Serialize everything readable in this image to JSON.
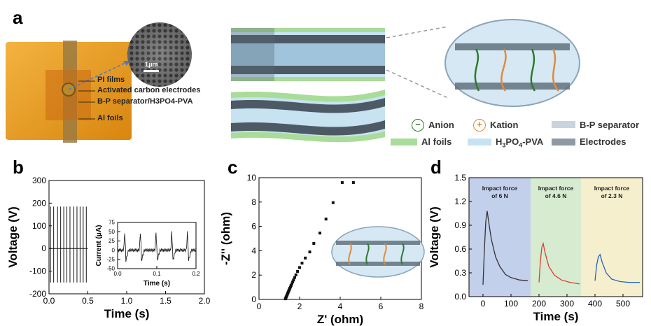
{
  "panels": {
    "a": "a",
    "b": "b",
    "c": "c",
    "d": "d"
  },
  "photo": {
    "scale_bar": "1μm",
    "labels": [
      "PI films",
      "Activated carbon electrodes",
      "B-P separator/H3PO4-PVA",
      "Al foils"
    ]
  },
  "legend": {
    "anion": "Anion",
    "kation": "Kation",
    "separator": "B-P separator",
    "al_foils": "Al foils",
    "electrolyte_base": "H",
    "electrolyte_sub1": "3",
    "electrolyte_mid": "PO",
    "electrolyte_sub2": "4",
    "electrolyte_tail": "-PVA",
    "electrodes": "Electrodes"
  },
  "chart_data": [
    {
      "id": "b",
      "type": "line",
      "xlabel": "Time (s)",
      "ylabel": "Voltage (V)",
      "xlim": [
        0.0,
        2.0
      ],
      "ylim": [
        -200,
        300
      ],
      "xticks": [
        "0.0",
        "0.5",
        "1.0",
        "1.5",
        "2.0"
      ],
      "yticks": [
        "-200",
        "-100",
        "0",
        "100",
        "200",
        "300"
      ],
      "pulse_times": [
        0.02,
        0.06,
        0.11,
        0.15,
        0.19,
        0.23,
        0.27,
        0.32,
        0.36,
        0.4,
        0.44,
        0.48
      ],
      "pulse_max": 185,
      "pulse_min": -150,
      "inset": {
        "xlabel": "Time (s)",
        "ylabel": "Current (μA)",
        "xlim": [
          0.0,
          0.2
        ],
        "ylim": [
          -50,
          75
        ],
        "xticks": [
          "0.0",
          "0.1",
          "0.2"
        ],
        "yticks": [
          "-50",
          "-25",
          "0",
          "25",
          "50",
          "75"
        ],
        "spike_times": [
          0.018,
          0.058,
          0.098,
          0.138,
          0.178
        ],
        "spike_max": 48,
        "spike_min": -30
      }
    },
    {
      "id": "c",
      "type": "scatter",
      "xlabel": "Z' (ohm)",
      "ylabel": "-Z'' (ohm)",
      "xlim": [
        0,
        8
      ],
      "ylim": [
        0,
        10
      ],
      "xticks": [
        "0",
        "2",
        "4",
        "6",
        "8"
      ],
      "yticks": [
        "0",
        "2",
        "4",
        "6",
        "8",
        "10"
      ],
      "x": [
        1.3,
        1.32,
        1.34,
        1.36,
        1.38,
        1.4,
        1.42,
        1.44,
        1.46,
        1.48,
        1.5,
        1.52,
        1.55,
        1.58,
        1.62,
        1.66,
        1.7,
        1.76,
        1.82,
        1.9,
        2.0,
        2.12,
        2.28,
        2.5,
        2.7,
        3.0,
        3.3,
        3.65,
        4.1,
        4.65
      ],
      "y": [
        0.05,
        0.12,
        0.2,
        0.28,
        0.36,
        0.44,
        0.52,
        0.6,
        0.68,
        0.76,
        0.84,
        0.92,
        1.02,
        1.14,
        1.28,
        1.44,
        1.6,
        1.8,
        2.02,
        2.3,
        2.62,
        2.98,
        3.4,
        3.9,
        4.6,
        5.45,
        6.6,
        7.95,
        9.6,
        9.6
      ]
    },
    {
      "id": "d",
      "type": "line",
      "xlabel": "Time (s)",
      "ylabel": "Voltage (V)",
      "xlim": [
        -50,
        570
      ],
      "ylim": [
        0.0,
        1.5
      ],
      "xticks": [
        "0",
        "100",
        "200",
        "300",
        "400",
        "500"
      ],
      "yticks": [
        "0.0",
        "0.3",
        "0.6",
        "0.9",
        "1.2",
        "1.5"
      ],
      "regions": [
        {
          "label1": "Impact force",
          "label2": "of 6 N",
          "color": "#b9c8e8",
          "x0": -50,
          "x1": 170
        },
        {
          "label1": "Impact force",
          "label2": "of 4.6 N",
          "color": "#cfe8c8",
          "x0": 170,
          "x1": 350
        },
        {
          "label1": "Impact force",
          "label2": "of 2.3 N",
          "color": "#f5ecc4",
          "x0": 350,
          "x1": 570
        }
      ],
      "series": [
        {
          "color": "#333333",
          "x": [
            0,
            5,
            10,
            15,
            20,
            30,
            45,
            60,
            80,
            100,
            130,
            160
          ],
          "y": [
            0.15,
            0.6,
            0.95,
            1.08,
            0.95,
            0.72,
            0.5,
            0.38,
            0.28,
            0.24,
            0.21,
            0.2
          ]
        },
        {
          "color": "#e53935",
          "x": [
            200,
            205,
            210,
            215,
            222,
            235,
            255,
            280,
            310,
            345
          ],
          "y": [
            0.18,
            0.45,
            0.62,
            0.67,
            0.55,
            0.38,
            0.27,
            0.21,
            0.18,
            0.16
          ]
        },
        {
          "color": "#1e63c6",
          "x": [
            400,
            406,
            412,
            418,
            425,
            440,
            460,
            490,
            520,
            560
          ],
          "y": [
            0.2,
            0.4,
            0.5,
            0.53,
            0.44,
            0.3,
            0.22,
            0.19,
            0.18,
            0.18
          ]
        }
      ]
    }
  ]
}
